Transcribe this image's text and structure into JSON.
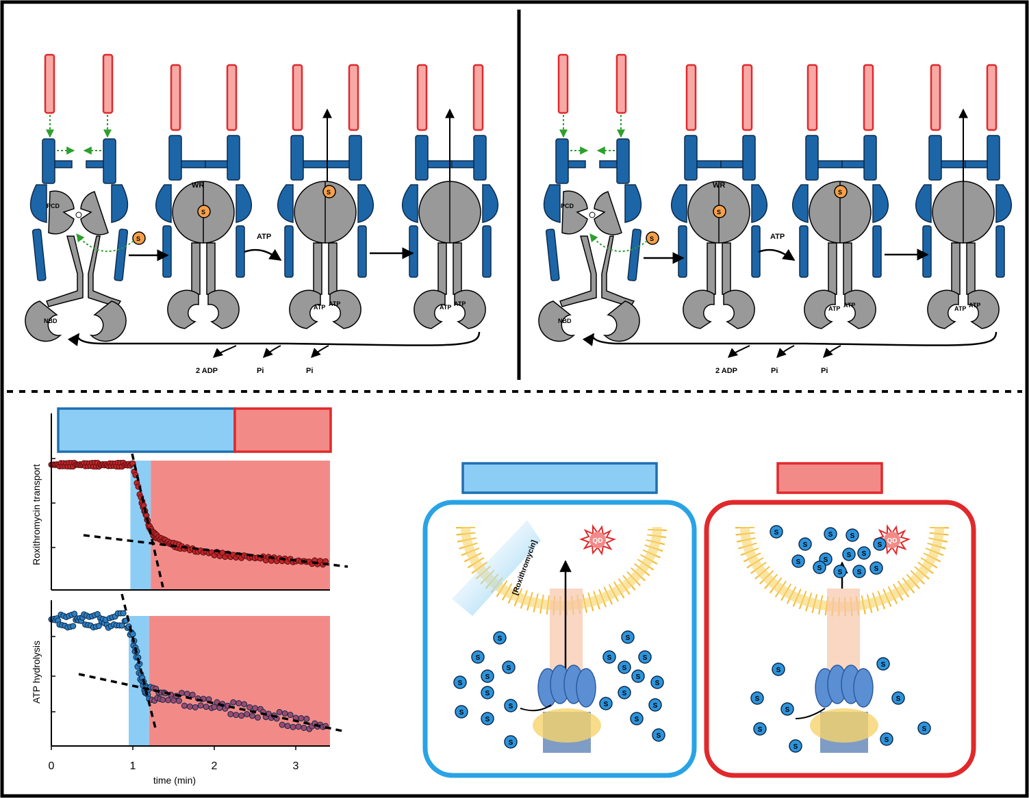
{
  "top": {
    "labels": {
      "wr": "WR",
      "pcd": "PCD",
      "nbd": "NBD",
      "atp_arrow": "ATP",
      "atp_site": "ATP",
      "substrate": "S",
      "adp": "2 ADP",
      "pi_1": "Pi",
      "pi_2": "Pi"
    }
  },
  "bottom_left": {
    "ylabel_top": "Roxithromycin transport",
    "ylabel_bottom": "ATP hydrolysis",
    "xlabel": "time (min)",
    "x_ticks": [
      "0",
      "1",
      "2",
      "3"
    ],
    "colors": {
      "phase1": "#8ccdf6",
      "phase2": "#f28b88",
      "transport_points": "#c0262a",
      "atp_points": "#2e7fc2"
    }
  },
  "bottom_right": {
    "gradient_label": "[Roxithromycin]",
    "qd_label": "QD",
    "substrate_label": "S",
    "colors": {
      "phase1_frame": "#29a3e6",
      "phase2_frame": "#e0292b",
      "lipid": "#f3b521"
    }
  },
  "chart_data": [
    {
      "type": "scatter",
      "title": "",
      "xlabel": "time (min)",
      "ylabel": "Roxithromycin transport",
      "xlim": [
        0,
        3.4
      ],
      "x_ticks": [
        0,
        1,
        2,
        3
      ],
      "series": [
        {
          "x": [
            0.0,
            0.1,
            0.2,
            0.3,
            0.4,
            0.5,
            0.6,
            0.7,
            0.8,
            0.9,
            1.0,
            1.1,
            1.15,
            1.2,
            1.25,
            1.3,
            1.4,
            1.5,
            1.6,
            1.8,
            2.0,
            2.2,
            2.4,
            2.6,
            2.8,
            3.0,
            3.2,
            3.4
          ],
          "y": [
            1.0,
            1.0,
            1.0,
            1.0,
            1.0,
            1.0,
            1.0,
            1.0,
            1.0,
            1.0,
            1.0,
            0.72,
            0.62,
            0.5,
            0.44,
            0.41,
            0.38,
            0.35,
            0.33,
            0.3,
            0.28,
            0.26,
            0.25,
            0.24,
            0.23,
            0.22,
            0.21,
            0.2
          ]
        }
      ]
    },
    {
      "type": "scatter",
      "title": "",
      "xlabel": "time (min)",
      "ylabel": "ATP hydrolysis",
      "xlim": [
        0,
        3.4
      ],
      "x_ticks": [
        0,
        1,
        2,
        3
      ],
      "series": [
        {
          "x": [
            0.0,
            0.1,
            0.2,
            0.3,
            0.4,
            0.5,
            0.6,
            0.7,
            0.8,
            0.9,
            1.0,
            1.05,
            1.1,
            1.15,
            1.2,
            1.3,
            1.4,
            1.6,
            1.8,
            2.0,
            2.2,
            2.4,
            2.6,
            2.8,
            3.0,
            3.2,
            3.4
          ],
          "y": [
            1.0,
            1.0,
            0.98,
            1.0,
            1.0,
            0.98,
            1.0,
            0.97,
            1.0,
            1.0,
            0.85,
            0.7,
            0.55,
            0.45,
            0.42,
            0.4,
            0.39,
            0.37,
            0.35,
            0.33,
            0.3,
            0.28,
            0.25,
            0.22,
            0.19,
            0.17,
            0.15
          ]
        }
      ]
    }
  ]
}
